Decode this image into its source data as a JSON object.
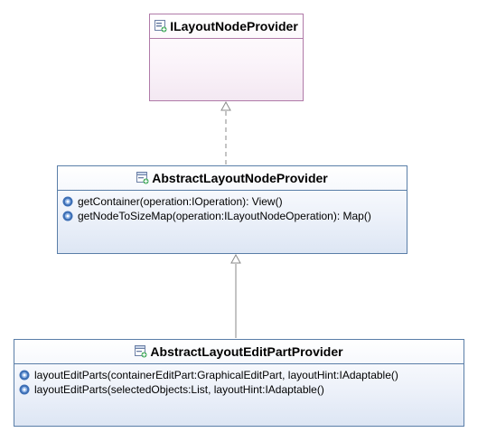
{
  "diagram": {
    "interface": {
      "name": "ILayoutNodeProvider",
      "icon": "interface-icon"
    },
    "abstract_node_provider": {
      "name": "AbstractLayoutNodeProvider",
      "icon": "class-icon",
      "operations": [
        "getContainer(operation:IOperation): View()",
        "getNodeToSizeMap(operation:ILayoutNodeOperation): Map()"
      ]
    },
    "abstract_editpart_provider": {
      "name": "AbstractLayoutEditPartProvider",
      "icon": "class-icon",
      "operations": [
        "layoutEditParts(containerEditPart:GraphicalEditPart, layoutHint:IAdaptable()",
        "layoutEditParts(selectedObjects:List, layoutHint:IAdaptable()"
      ]
    },
    "relations": [
      {
        "from": "AbstractLayoutNodeProvider",
        "to": "ILayoutNodeProvider",
        "type": "realization"
      },
      {
        "from": "AbstractLayoutEditPartProvider",
        "to": "AbstractLayoutNodeProvider",
        "type": "generalization"
      }
    ],
    "colors": {
      "class_border": "#5a7ea8",
      "interface_border": "#b07aa8",
      "operation_icon": "#3d6fb5"
    }
  }
}
